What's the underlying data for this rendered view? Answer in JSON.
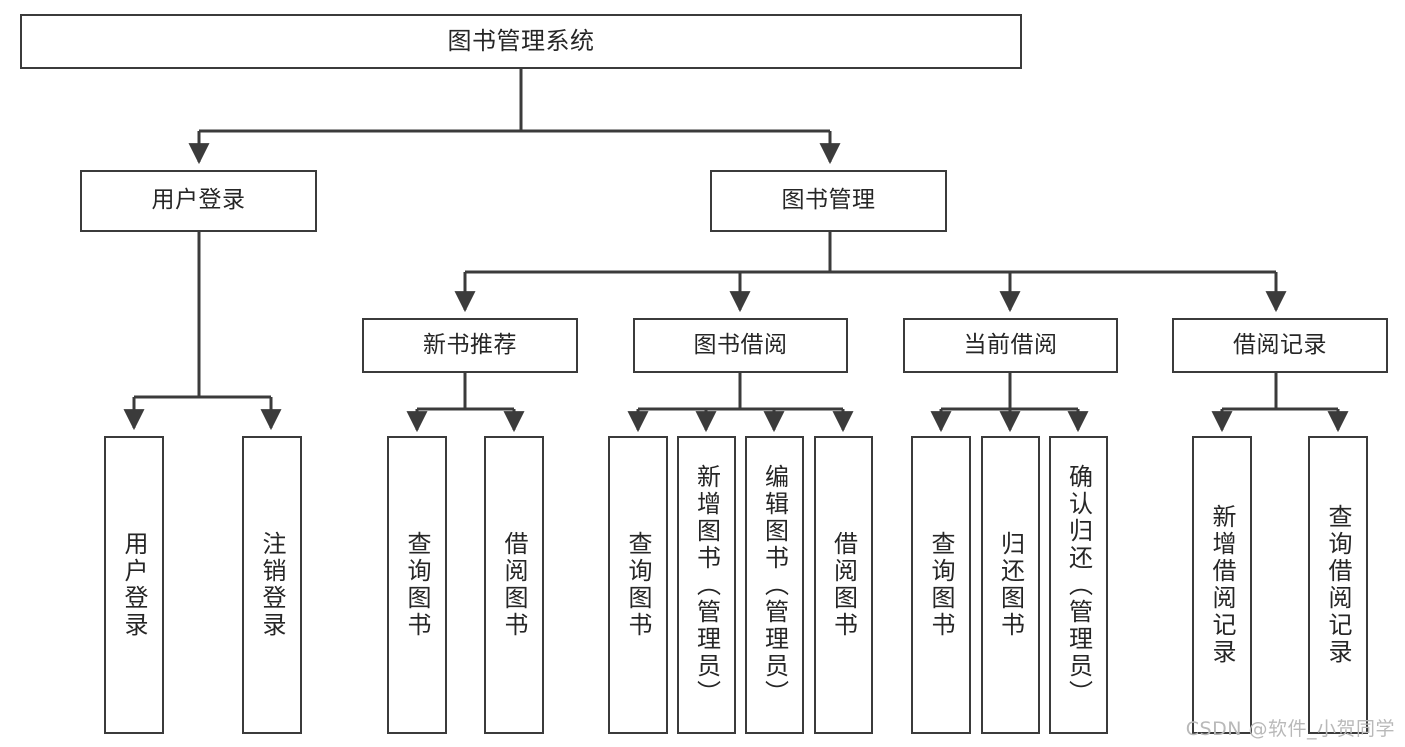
{
  "diagram": {
    "title": "图书管理系统",
    "watermark": "CSDN @软件_小贺同学",
    "line_color": "#3b3b3b",
    "box_border_color": "#3b3b3b",
    "text_color": "#262626",
    "background": "#ffffff"
  },
  "nodes": {
    "root": {
      "label": "图书管理系统"
    },
    "level2": [
      {
        "label": "用户登录"
      },
      {
        "label": "图书管理"
      }
    ],
    "level3": [
      {
        "label": "新书推荐"
      },
      {
        "label": "图书借阅"
      },
      {
        "label": "当前借阅"
      },
      {
        "label": "借阅记录"
      }
    ],
    "leaves": {
      "user_login": [
        {
          "label": "用户登录"
        },
        {
          "label": "注销登录"
        }
      ],
      "new_book_recommend": [
        {
          "label": "查询图书"
        },
        {
          "label": "借阅图书"
        }
      ],
      "book_borrow": [
        {
          "label": "查询图书"
        },
        {
          "label": "新增图书（管理员）"
        },
        {
          "label": "编辑图书（管理员）"
        },
        {
          "label": "借阅图书"
        }
      ],
      "current_borrow": [
        {
          "label": "查询图书"
        },
        {
          "label": "归还图书"
        },
        {
          "label": "确认归还（管理员）"
        }
      ],
      "borrow_record": [
        {
          "label": "新增借阅记录"
        },
        {
          "label": "查询借阅记录"
        }
      ]
    }
  }
}
